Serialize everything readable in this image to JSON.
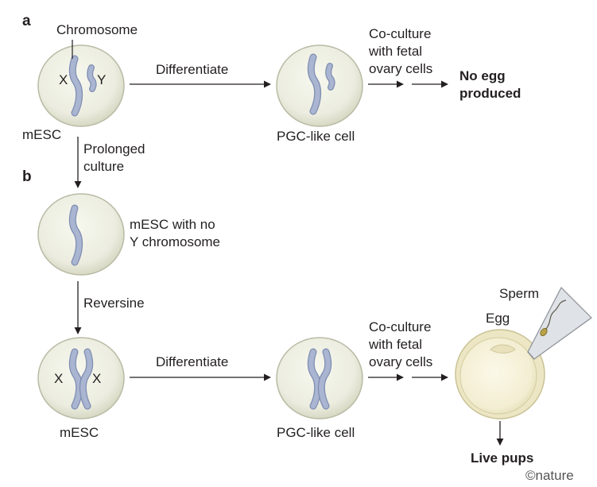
{
  "panels": {
    "a": "a",
    "b": "b"
  },
  "labels": {
    "chromosome": "Chromosome",
    "x": "X",
    "y": "Y",
    "mesc": "mESC",
    "differentiate": "Differentiate",
    "pgc_like_cell": "PGC-like cell",
    "co_culture": "Co-culture\nwith fetal\novary cells",
    "no_egg": "No egg\nproduced",
    "prolonged_culture": "Prolonged\nculture",
    "mesc_no_y": "mESC with no\nY chromosome",
    "reversine": "Reversine",
    "sperm": "Sperm",
    "egg": "Egg",
    "live_pups": "Live pups"
  },
  "credit": "©nature",
  "colors": {
    "cell_fill": "#eceedd",
    "cell_stroke": "#b9bba5",
    "chromosome_fill": "#a9b5d1",
    "chromosome_stroke": "#7f8db1",
    "egg_fill": "#f6f1d7",
    "egg_stroke": "#c9c295",
    "arrow": "#231f20"
  }
}
